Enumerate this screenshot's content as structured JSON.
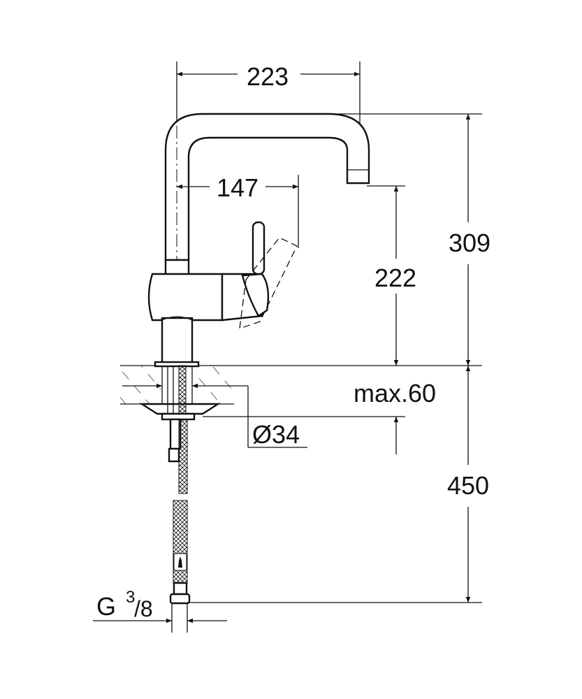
{
  "drawing": {
    "title": "Kitchen faucet dimension drawing",
    "dimensions": {
      "spout_reach": "223",
      "handle_reach": "147",
      "total_height": "309",
      "outlet_height": "222",
      "countertop_thickness": "max.60",
      "hole_diameter": "Ø34",
      "hose_length": "450",
      "connection_thread_main": "G",
      "connection_thread_num": "3",
      "connection_thread_den": "/8"
    },
    "colors": {
      "line": "#111111",
      "background": "#ffffff"
    }
  }
}
